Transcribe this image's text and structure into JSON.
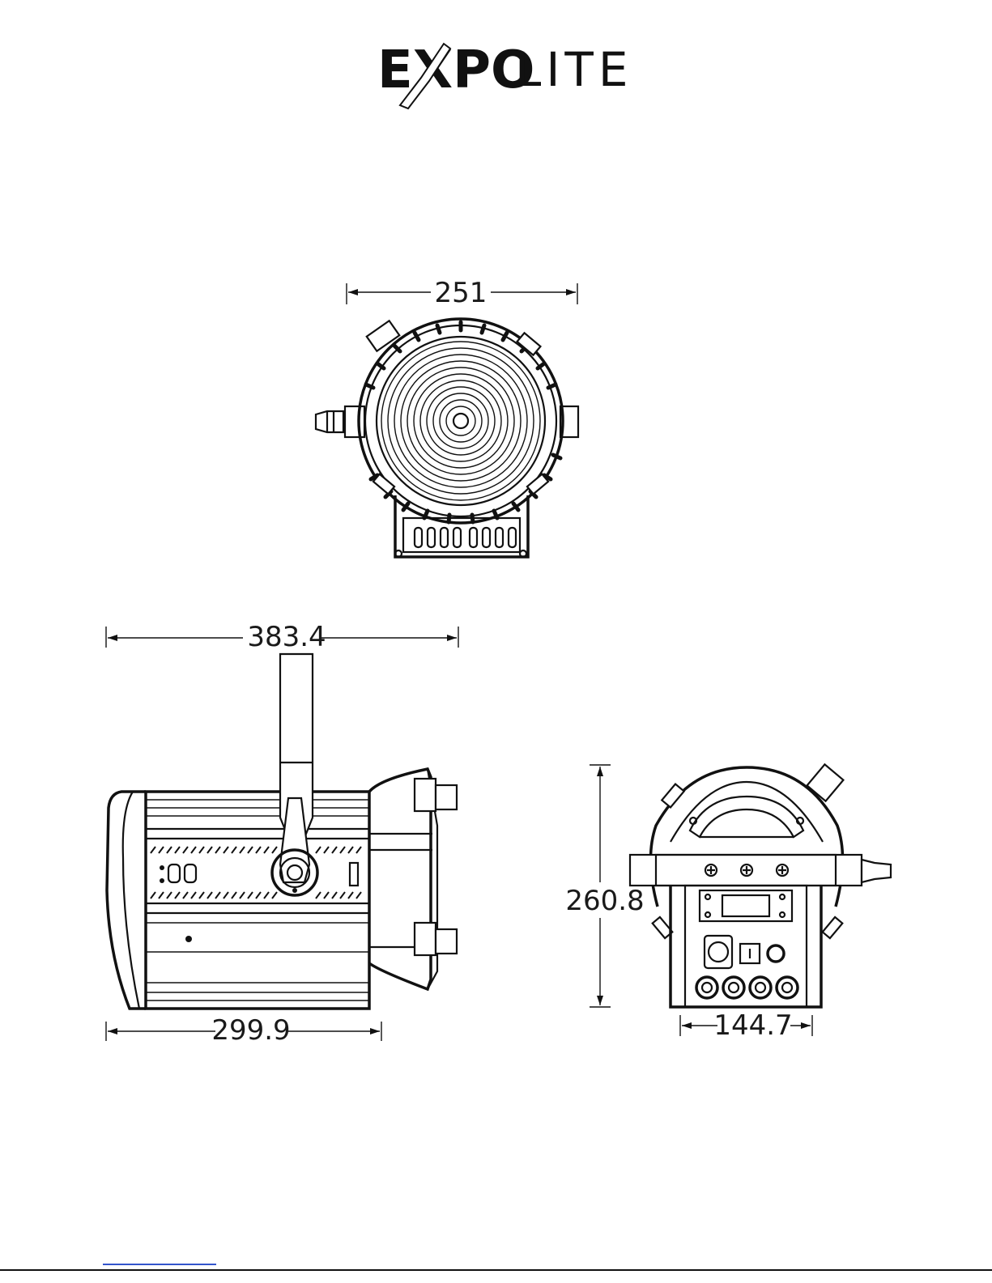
{
  "brand": {
    "heavy": "EXPO",
    "light": "LITE"
  },
  "dimensions": {
    "front_width": "251",
    "side_length": "383.4",
    "side_body_length": "299.9",
    "rear_height": "260.8",
    "rear_width": "144.7"
  }
}
